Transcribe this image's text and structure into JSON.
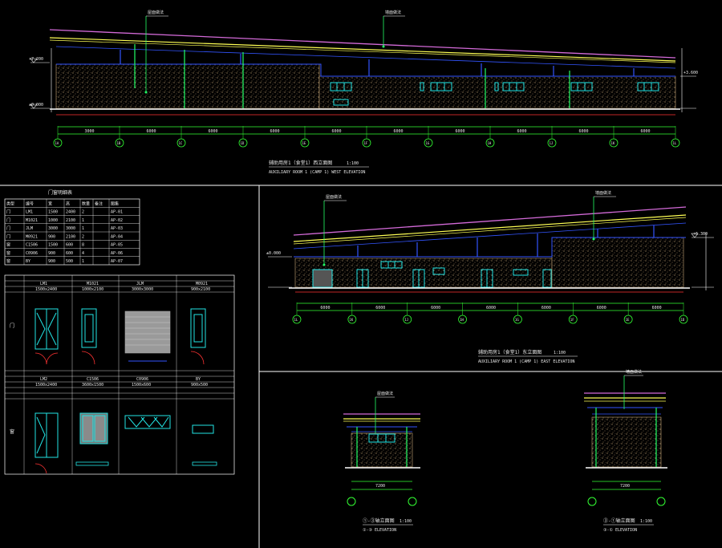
{
  "drawing": {
    "colors": {
      "background": "#000000",
      "frame": "#ffffff",
      "roof_top": "#d36ad8",
      "roof_edge": "#ffff55",
      "beam": "#3355ff",
      "column": "#22ff66",
      "stipple": "#c8a878",
      "window": "#22e5e5",
      "dimension": "#33ff33",
      "axis_bubble": "#33ff33",
      "door_swing": "#ff3333",
      "text": "#e8e8e8"
    },
    "icons": [
      "axis-bubble-icon",
      "level-marker-icon",
      "leader-callout-icon",
      "door-swing-icon"
    ]
  },
  "panel_1": {
    "title_cn": "辅助用房1（食堂1）西立面图",
    "scale": "1:100",
    "title_en": "AUXILIARY ROOM 1 (CAMP 1) WEST ELEVATION",
    "axis_labels": [
      "1A",
      "1B",
      "1C",
      "1D",
      "1E",
      "1F",
      "1G",
      "1H",
      "1J",
      "1K",
      "1L"
    ],
    "callout_1": "屋面做法",
    "callout_2": "墙面做法",
    "level_top": "+7.200",
    "level_mid": "+3.600",
    "level_ground": "±0.000",
    "dims": [
      "3000",
      "6000",
      "6000",
      "6000",
      "6000",
      "6000",
      "6000",
      "6000",
      "6000",
      "6000"
    ]
  },
  "panel_2": {
    "title_cn": "辅助用房1（食堂1）东立面图",
    "scale": "1:100",
    "title_en": "AUXILIARY ROOM 1 (CAMP 1) EAST ELEVATION",
    "axis_labels": [
      "1L",
      "1K",
      "1J",
      "1H",
      "1G",
      "1F",
      "1E",
      "1D"
    ],
    "callout_1": "屋面做法",
    "callout_2": "墙面做法",
    "level_top": "+6.300",
    "level_ground": "±0.000",
    "dims": [
      "6000",
      "6000",
      "6000",
      "6000",
      "6000",
      "6000",
      "6000"
    ]
  },
  "panel_3": {
    "left_title_cn": "①-③轴立面图",
    "left_scale": "1:100",
    "left_title_en": "①-③ ELEVATION",
    "right_title_cn": "③-①轴立面图",
    "right_scale": "1:100",
    "right_title_en": "③-① ELEVATION",
    "callout_left": "屋面做法",
    "callout_right": "墙面做法",
    "dim_left": "7200",
    "dim_right": "7200"
  },
  "schedule": {
    "title": "门窗明细表",
    "headers": [
      "类型",
      "编号",
      "宽",
      "高",
      "数量",
      "备注",
      "图集"
    ],
    "rows": [
      [
        "门",
        "LM1",
        "1500",
        "2400",
        "2",
        "",
        "AP-01"
      ],
      [
        "门",
        "M1021",
        "1000",
        "2100",
        "1",
        "",
        "AP-02"
      ],
      [
        "门",
        "JLM",
        "3000",
        "3000",
        "1",
        "",
        "AP-03"
      ],
      [
        "门",
        "M0921",
        "900",
        "2100",
        "2",
        "",
        "AP-04"
      ],
      [
        "窗",
        "C1506",
        "1500",
        "600",
        "8",
        "",
        "AP-05"
      ],
      [
        "窗",
        "C0906",
        "900",
        "600",
        "4",
        "",
        "AP-06"
      ],
      [
        "窗",
        "BY",
        "900",
        "500",
        "1",
        "",
        "AP-07"
      ]
    ],
    "door_labels": [
      "LM1",
      "M1021",
      "JLM",
      "M0921"
    ],
    "door_sizes": [
      "1500x2400",
      "1000x2100",
      "3000x3000",
      "900x2100"
    ],
    "window_labels": [
      "LM2",
      "C1506",
      "C0906",
      "BY"
    ],
    "window_sizes": [
      "1500x2400",
      "3600x1500",
      "1500x600",
      "900x500"
    ],
    "row_tags": [
      "门",
      "窗"
    ]
  }
}
